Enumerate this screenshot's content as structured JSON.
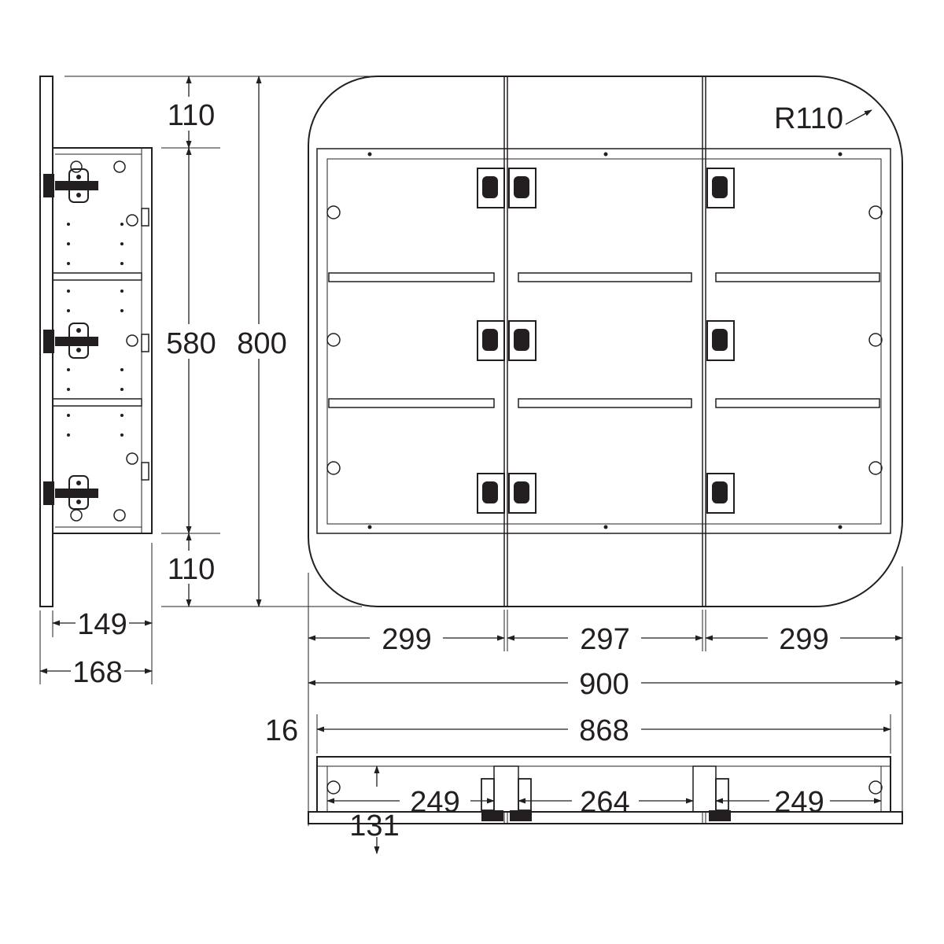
{
  "colors": {
    "ink": "#231f20",
    "background": "#ffffff"
  },
  "side_view": {
    "top_gap": "110",
    "inner_height": "580",
    "total_height": "800",
    "bottom_gap": "110",
    "body_depth": "149",
    "total_depth": "168"
  },
  "front_view": {
    "corner_radius": "R110",
    "door_left_width": "299",
    "door_middle_width": "297",
    "door_right_width": "299",
    "total_width": "900"
  },
  "top_view": {
    "door_thickness": "16",
    "body_width": "868",
    "shelf_depth": "131",
    "compartment_left": "249",
    "compartment_middle": "264",
    "compartment_right": "249"
  }
}
